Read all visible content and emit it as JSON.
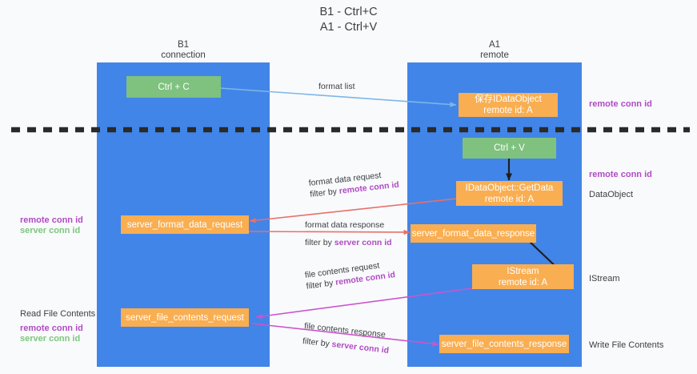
{
  "title": "B1 - Ctrl+C\nA1 - Ctrl+V",
  "columns": {
    "left": "B1\nconnection",
    "right": "A1\nremote"
  },
  "boxes": {
    "ctrl_c": "Ctrl + C",
    "save_dataobject": "保存IDataObject\nremote id: A",
    "ctrl_v": "Ctrl + V",
    "getdata": "IDataObject::GetData\nremote id: A",
    "server_format_data_request": "server_format_data_request",
    "server_format_data_response": "server_format_data_response",
    "istream": "IStream\nremote id: A",
    "server_file_contents_request": "server_file_contents_request",
    "server_file_contents_response": "server_file_contents_response"
  },
  "arrow_labels": {
    "format_list": "format list",
    "format_data_request": "format data request",
    "format_data_request_filter_prefix": "filter by ",
    "format_data_request_filter_key": "remote conn id",
    "format_data_response": "format data response",
    "format_data_response_filter_prefix": "filter by ",
    "format_data_response_filter_key": "server conn id",
    "file_contents_request": "file contents request",
    "file_contents_request_filter_prefix": "filter by ",
    "file_contents_request_filter_key": "remote conn id",
    "file_contents_response": "file contents response",
    "file_contents_response_filter_prefix": "filter by ",
    "file_contents_response_filter_key": "server conn id"
  },
  "annotations": {
    "right_remote_conn_top": "remote conn id",
    "right_remote_conn_mid": "remote conn id",
    "right_dataobject": "DataObject",
    "right_istream": "IStream",
    "right_write_file_contents": "Write File Contents",
    "left_remote_conn": "remote conn id",
    "left_server_conn": "server conn id",
    "left_read_file_contents": "Read File Contents",
    "left_remote_conn_2": "remote conn id",
    "left_server_conn_2": "server conn id"
  },
  "colors": {
    "lane": "#4285e8",
    "box_green": "#7fc17f",
    "box_orange": "#f9ae51",
    "accent_purple": "#b04bc4",
    "accent_green": "#7dc67d",
    "arrow_blue": "#7eb6e8",
    "arrow_red": "#e8706a",
    "arrow_magenta": "#cc55cc",
    "arrow_black": "#1f1f1f",
    "divider": "#2a2a2a",
    "background": "#f9fafc"
  }
}
